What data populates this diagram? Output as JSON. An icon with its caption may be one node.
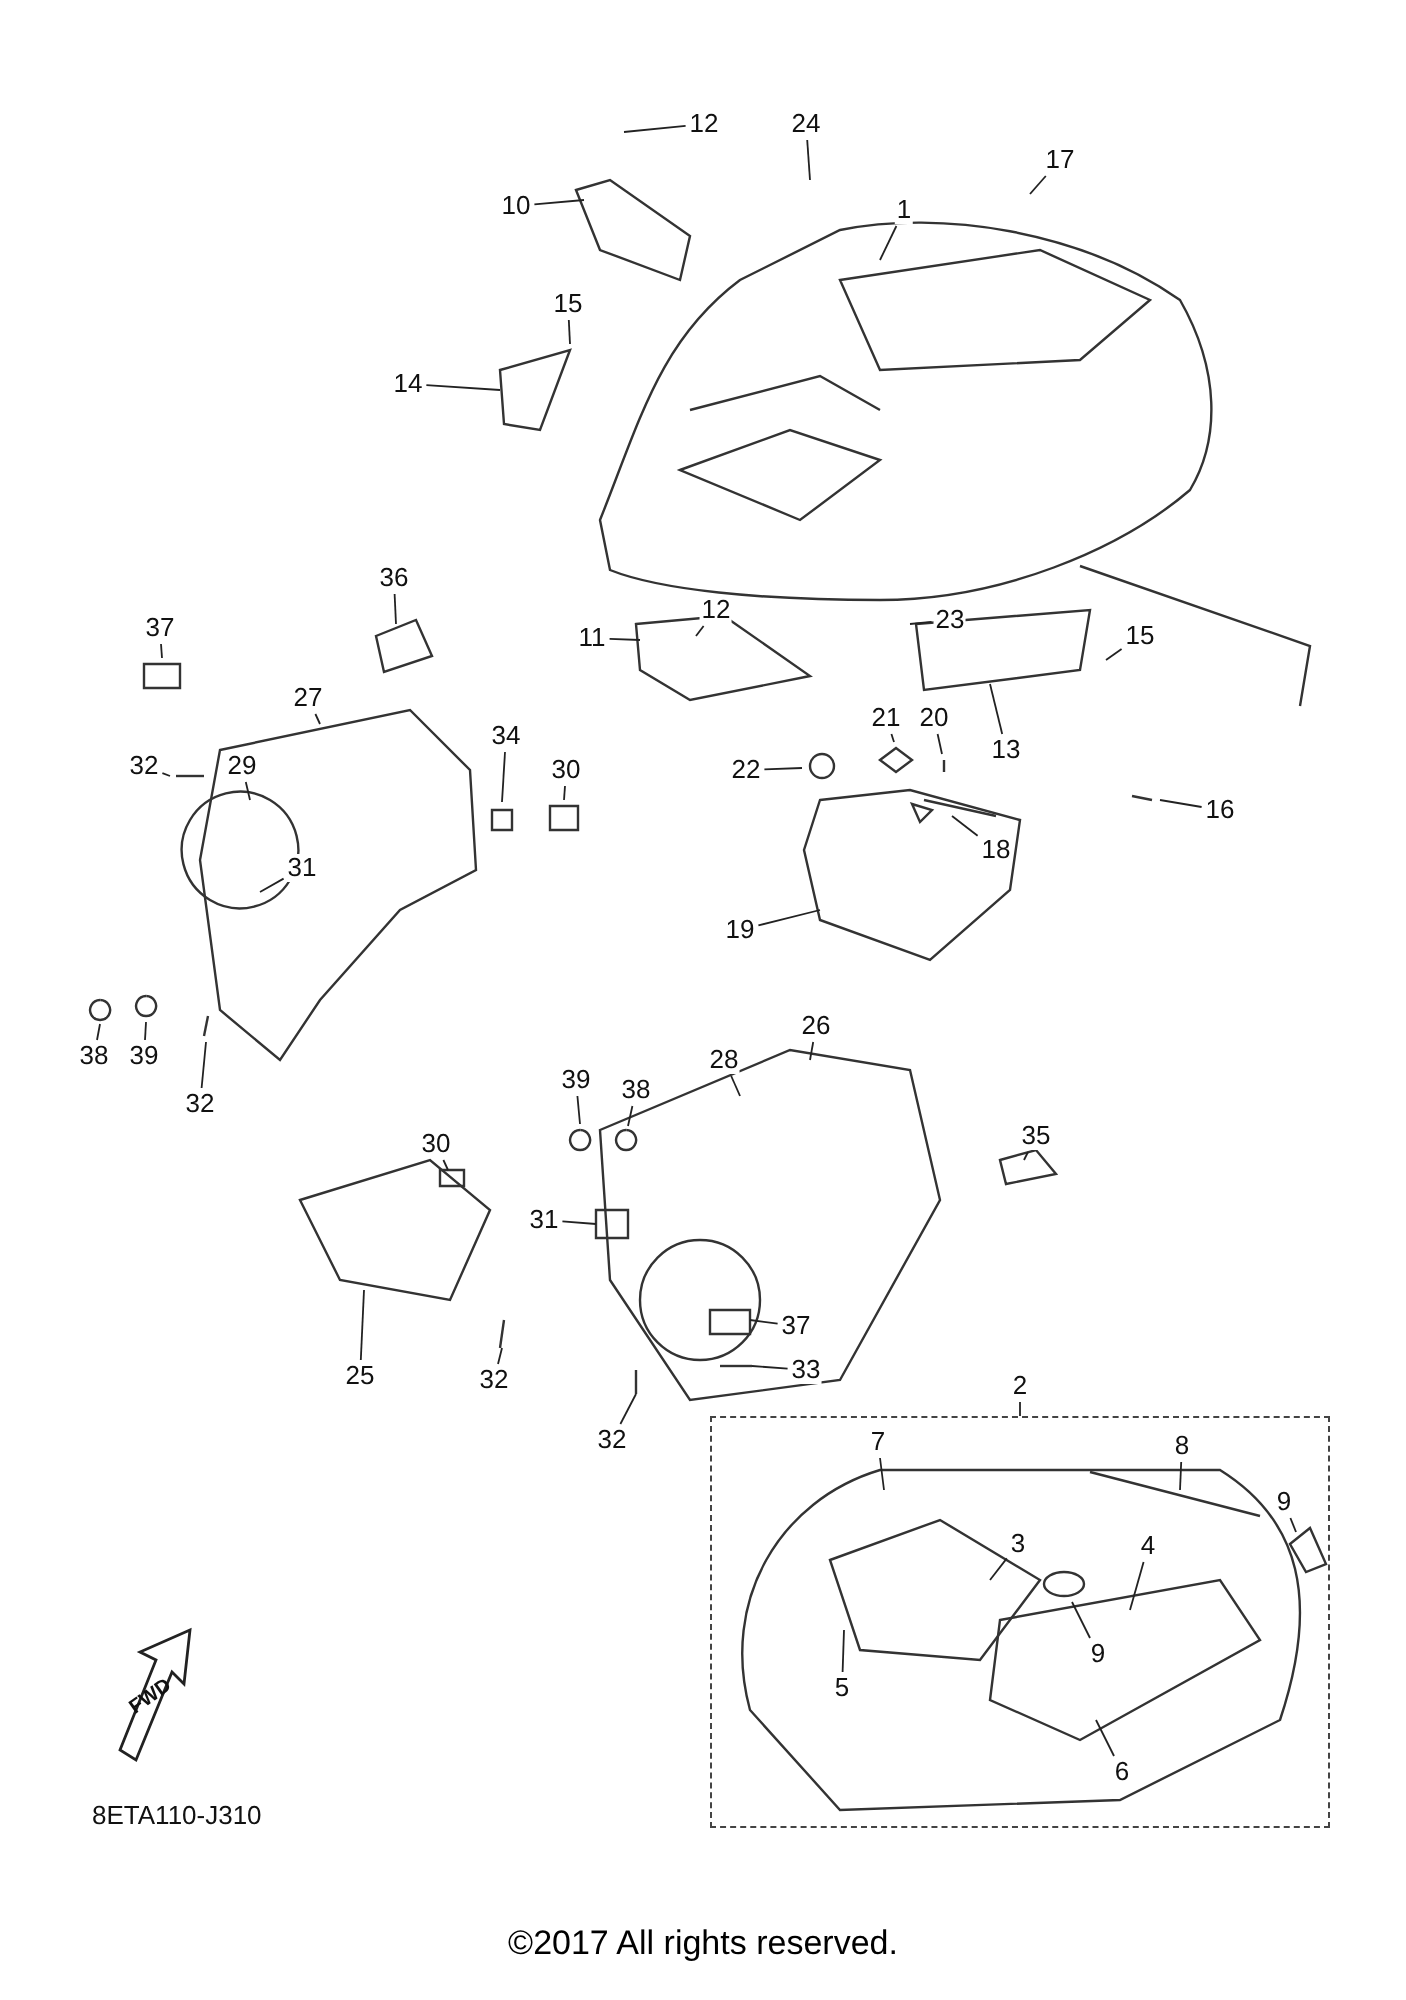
{
  "diagram": {
    "caption": "©2017 All rights reserved.",
    "nodes": [
      {
        "text": [
          "12"
        ]
      },
      {
        "text": [
          "24"
        ]
      },
      {
        "text": [
          "17"
        ]
      },
      {
        "text": [
          "10"
        ]
      },
      {
        "text": [
          "1"
        ]
      },
      {
        "text": [
          "15"
        ]
      },
      {
        "text": [
          "14"
        ]
      },
      {
        "text": [
          "36"
        ]
      },
      {
        "text": [
          "23"
        ]
      },
      {
        "text": [
          "12"
        ]
      },
      {
        "text": [
          "37"
        ]
      },
      {
        "text": [
          "11"
        ]
      },
      {
        "text": [
          "15"
        ]
      },
      {
        "text": [
          "27"
        ]
      },
      {
        "text": [
          "21"
        ]
      },
      {
        "text": [
          "20"
        ]
      },
      {
        "text": [
          "34"
        ]
      },
      {
        "text": [
          "13"
        ]
      },
      {
        "text": [
          "32"
        ]
      },
      {
        "text": [
          "29"
        ]
      },
      {
        "text": [
          "30"
        ]
      },
      {
        "text": [
          "22"
        ]
      },
      {
        "text": [
          "16"
        ]
      },
      {
        "text": [
          "18"
        ]
      },
      {
        "text": [
          "31"
        ]
      },
      {
        "text": [
          "19"
        ]
      },
      {
        "text": [
          "26"
        ]
      },
      {
        "text": [
          "38"
        ]
      },
      {
        "text": [
          "39"
        ]
      },
      {
        "text": [
          "28"
        ]
      },
      {
        "text": [
          "39"
        ]
      },
      {
        "text": [
          "38"
        ]
      },
      {
        "text": [
          "32"
        ]
      },
      {
        "text": [
          "35"
        ]
      },
      {
        "text": [
          "30"
        ]
      },
      {
        "text": [
          "31"
        ]
      },
      {
        "text": [
          "37"
        ]
      },
      {
        "text": [
          "33"
        ]
      },
      {
        "text": [
          "25"
        ]
      },
      {
        "text": [
          "32"
        ]
      },
      {
        "text": [
          "2"
        ]
      },
      {
        "text": [],
        "shape": "box"
      },
      {
        "text": [
          "7"
        ],
        "in": 41
      },
      {
        "text": [
          "32"
        ]
      },
      {
        "text": [
          "8"
        ],
        "in": 41
      },
      {
        "text": [
          "9"
        ],
        "in": 41
      },
      {
        "text": [
          "3"
        ],
        "in": 41
      },
      {
        "text": [
          "4"
        ],
        "in": 41
      },
      {
        "text": [
          "9"
        ],
        "in": 41
      },
      {
        "text": [
          "5"
        ],
        "in": 41
      },
      {
        "text": [
          "6"
        ],
        "in": 41
      }
    ],
    "edges": [
      {
        "from": 0,
        "to": null,
        "arrow": "none"
      },
      {
        "from": 1,
        "to": null,
        "arrow": "none"
      },
      {
        "from": 2,
        "to": null,
        "arrow": "none"
      },
      {
        "from": 3,
        "to": null,
        "arrow": "none"
      },
      {
        "from": 4,
        "to": null,
        "arrow": "none"
      },
      {
        "from": 5,
        "to": null,
        "arrow": "none"
      },
      {
        "from": 6,
        "to": null,
        "arrow": "none"
      },
      {
        "from": 7,
        "to": null,
        "arrow": "none"
      },
      {
        "from": 8,
        "to": null,
        "arrow": "none"
      },
      {
        "from": 9,
        "to": null,
        "arrow": "none"
      },
      {
        "from": 10,
        "to": null,
        "arrow": "none"
      },
      {
        "from": 11,
        "to": null,
        "arrow": "none"
      },
      {
        "from": 12,
        "to": null,
        "arrow": "none"
      },
      {
        "from": 13,
        "to": null,
        "arrow": "none"
      },
      {
        "from": 14,
        "to": null,
        "arrow": "none"
      },
      {
        "from": 15,
        "to": null,
        "arrow": "none"
      },
      {
        "from": 16,
        "to": null,
        "arrow": "none"
      },
      {
        "from": 17,
        "to": null,
        "arrow": "none"
      },
      {
        "from": 18,
        "to": null,
        "arrow": "none"
      },
      {
        "from": 19,
        "to": null,
        "arrow": "none"
      },
      {
        "from": 20,
        "to": null,
        "arrow": "none"
      },
      {
        "from": 21,
        "to": null,
        "arrow": "none"
      },
      {
        "from": 22,
        "to": null,
        "arrow": "none"
      },
      {
        "from": 23,
        "to": null,
        "arrow": "none"
      },
      {
        "from": 24,
        "to": null,
        "arrow": "none"
      },
      {
        "from": 25,
        "to": null,
        "arrow": "none"
      },
      {
        "from": 26,
        "to": null,
        "arrow": "none"
      },
      {
        "from": 27,
        "to": null,
        "arrow": "none"
      },
      {
        "from": 28,
        "to": null,
        "arrow": "none"
      },
      {
        "from": 29,
        "to": null,
        "arrow": "none"
      },
      {
        "from": 30,
        "to": null,
        "arrow": "none"
      },
      {
        "from": 31,
        "to": null,
        "arrow": "none"
      },
      {
        "from": 32,
        "to": null,
        "arrow": "none"
      },
      {
        "from": 33,
        "to": null,
        "arrow": "none"
      },
      {
        "from": 34,
        "to": null,
        "arrow": "none"
      },
      {
        "from": 35,
        "to": null,
        "arrow": "none"
      },
      {
        "from": 36,
        "to": null,
        "arrow": "none"
      },
      {
        "from": 37,
        "to": null,
        "arrow": "none"
      },
      {
        "from": 38,
        "to": null,
        "arrow": "none"
      },
      {
        "from": 39,
        "to": null,
        "arrow": "none"
      },
      {
        "from": 40,
        "to": 41,
        "arrow": "none"
      },
      {
        "from": 42,
        "to": null,
        "arrow": "none"
      },
      {
        "from": 43,
        "to": null,
        "arrow": "none"
      },
      {
        "from": 44,
        "to": null,
        "arrow": "none"
      },
      {
        "from": 45,
        "to": null,
        "arrow": "none"
      },
      {
        "from": 46,
        "to": null,
        "arrow": "none"
      },
      {
        "from": 47,
        "to": null,
        "arrow": "none"
      },
      {
        "from": 48,
        "to": null,
        "arrow": "none"
      },
      {
        "from": 49,
        "to": null,
        "arrow": "none"
      },
      {
        "from": 50,
        "to": null,
        "arrow": "none"
      }
    ],
    "labels": [
      "FWD",
      "8ETA110-J310"
    ]
  }
}
